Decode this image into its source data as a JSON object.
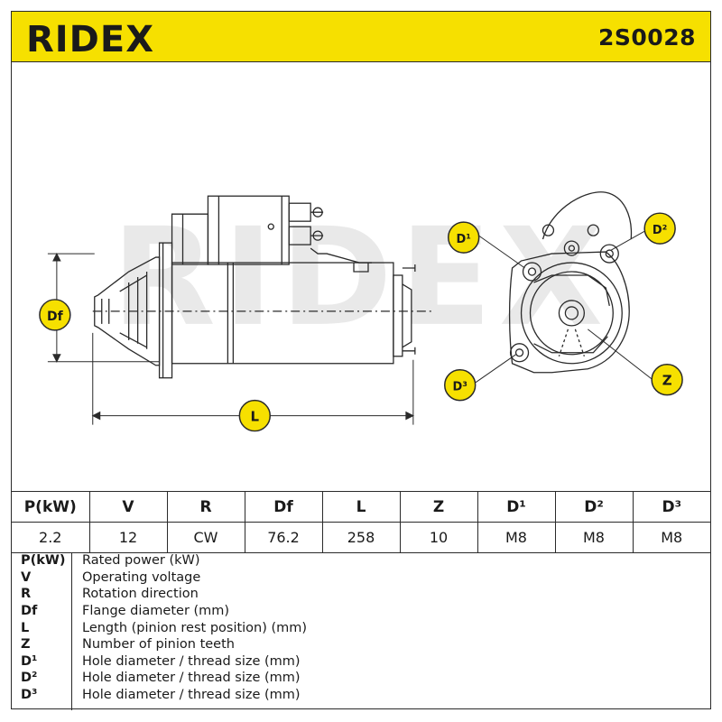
{
  "brand": "RIDEX",
  "part_number": "2S0028",
  "watermark": "RIDEX",
  "dimension_labels": {
    "df": "Df",
    "l": "L",
    "d1": "D¹",
    "d2": "D²",
    "d3": "D³",
    "z": "Z"
  },
  "spec_table": {
    "headers": [
      "P(kW)",
      "V",
      "R",
      "Df",
      "L",
      "Z",
      "D¹",
      "D²",
      "D³"
    ],
    "values": [
      "2.2",
      "12",
      "CW",
      "76.2",
      "258",
      "10",
      "M8",
      "M8",
      "M8"
    ]
  },
  "legend": [
    {
      "key": "P(kW)",
      "desc": "Rated power (kW)"
    },
    {
      "key": "V",
      "desc": "Operating voltage"
    },
    {
      "key": "R",
      "desc": "Rotation direction"
    },
    {
      "key": "Df",
      "desc": "Flange diameter (mm)"
    },
    {
      "key": "L",
      "desc": "Length (pinion rest position) (mm)"
    },
    {
      "key": "Z",
      "desc": "Number of pinion teeth"
    },
    {
      "key": "D¹",
      "desc": "Hole diameter / thread size (mm)"
    },
    {
      "key": "D²",
      "desc": "Hole diameter / thread size (mm)"
    },
    {
      "key": "D³",
      "desc": "Hole diameter / thread size (mm)"
    }
  ],
  "colors": {
    "accent": "#f6e000",
    "line": "#2a2a2a",
    "badge": "#f6e000"
  }
}
